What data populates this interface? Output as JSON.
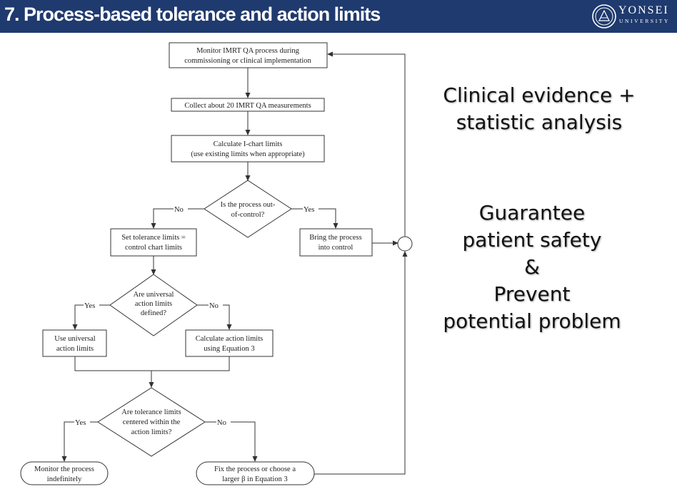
{
  "slide": {
    "title": "7. Process-based tolerance and action limits",
    "logo": {
      "name": "YONSEI",
      "sub": "UNIVERSITY"
    }
  },
  "flowchart": {
    "nodes": {
      "monitor_qa": [
        "Monitor IMRT QA process during",
        "commissioning or clinical implementation"
      ],
      "collect": [
        "Collect about 20 IMRT QA measurements"
      ],
      "calculate_ichart": [
        "Calculate I-chart limits",
        "(use existing limits when appropriate)"
      ],
      "out_of_control": [
        "Is the process out-",
        "of-control?"
      ],
      "set_tolerance": [
        "Set tolerance limits =",
        "control chart limits"
      ],
      "bring_control": [
        "Bring the process",
        "into control"
      ],
      "universal_defined": [
        "Are universal",
        "action limits",
        "defined?"
      ],
      "use_universal": [
        "Use universal",
        "action limits"
      ],
      "calc_action": [
        "Calculate action limits",
        "using Equation 3"
      ],
      "centered": [
        "Are tolerance limits",
        "centered within the",
        "action limits?"
      ],
      "monitor_indef": [
        "Monitor the process",
        "indefinitely"
      ],
      "fix_process": [
        "Fix the process or choose a",
        "larger β in Equation 3"
      ]
    },
    "labels": {
      "yes": "Yes",
      "no": "No"
    }
  },
  "side_text": {
    "block1": [
      "Clinical evidence +",
      "statistic analysis"
    ],
    "block2": [
      "Guarantee",
      "patient safety",
      "&",
      "Prevent",
      "potential problem"
    ]
  },
  "colors": {
    "header_bg": "#1f3a6e",
    "header_text": "#ffffff"
  }
}
